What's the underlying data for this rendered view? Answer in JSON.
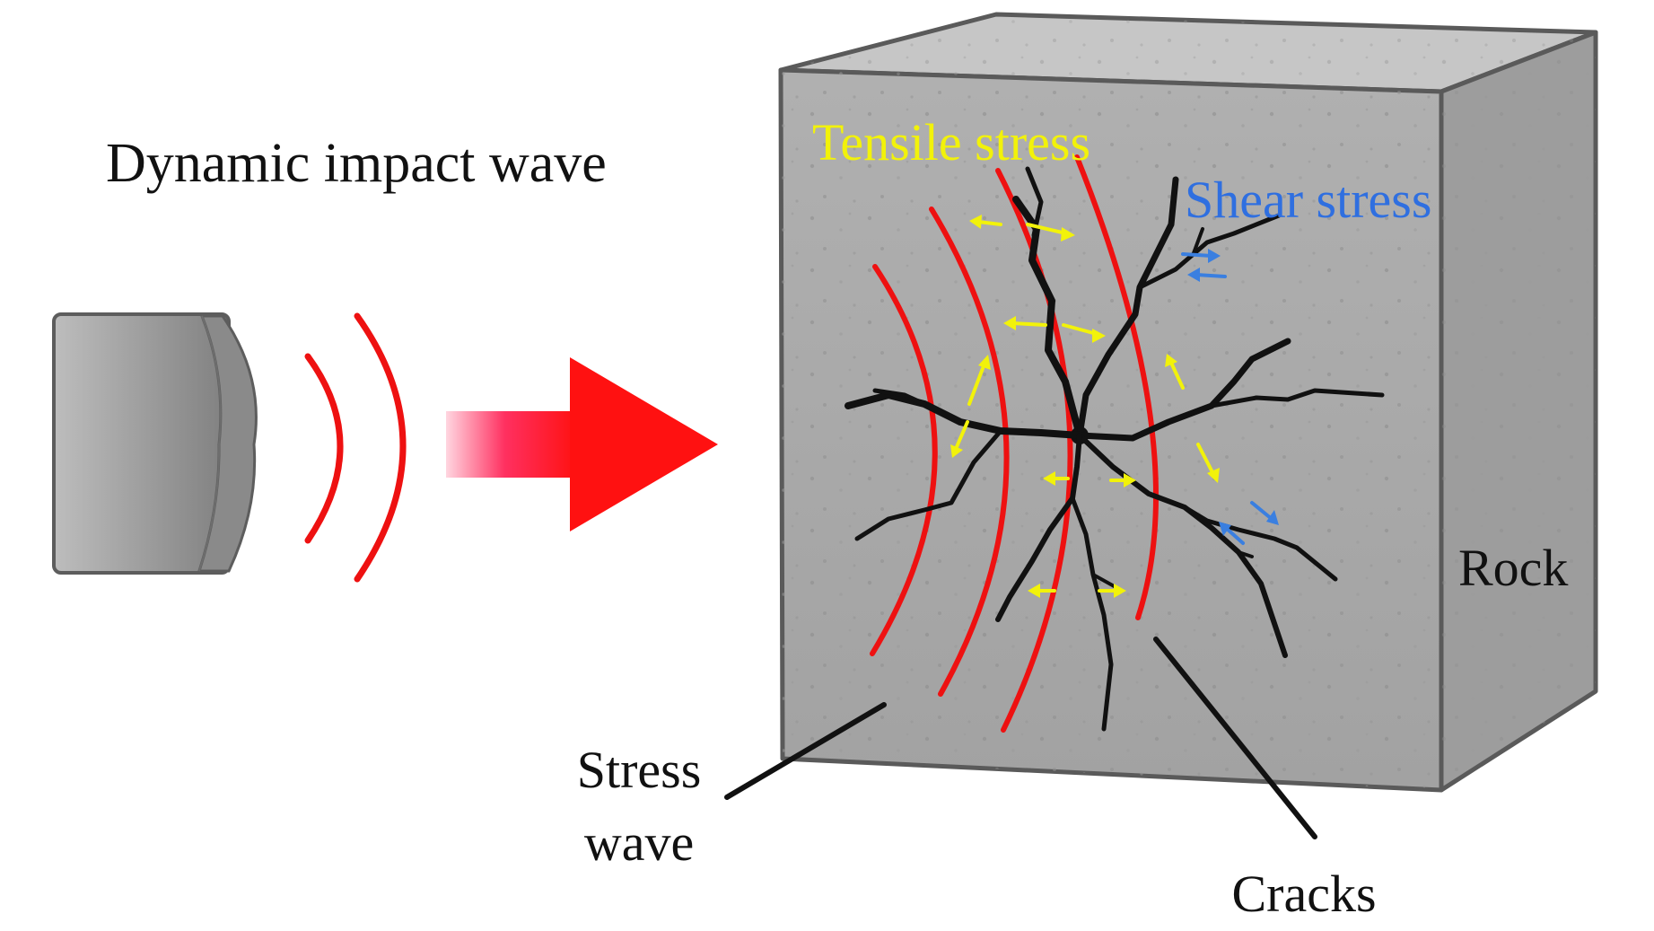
{
  "labels": {
    "impact_title": "Dynamic impact wave",
    "tensile": "Tensile stress",
    "shear": "Shear stress",
    "rock": "Rock",
    "stress_wave_line1": "Stress",
    "stress_wave_line2": "wave",
    "cracks": "Cracks"
  },
  "colors": {
    "tensile_text": "#f2f20a",
    "shear_text": "#2f6fe0",
    "wave_red": "#ee1111",
    "arrow_red": "#ff1111",
    "stress_arrow_yellow": "#f2f20a",
    "shear_arrow_blue": "#3a7fe0",
    "crack_black": "#111111",
    "rock_front": "#a9a9a9",
    "rock_top": "#c6c6c6",
    "rock_side": "#9a9a9a",
    "impactor": "#a6a6a6"
  },
  "icons": {
    "impactor": "impactor-block-icon",
    "direction": "impact-direction-arrow-icon"
  }
}
